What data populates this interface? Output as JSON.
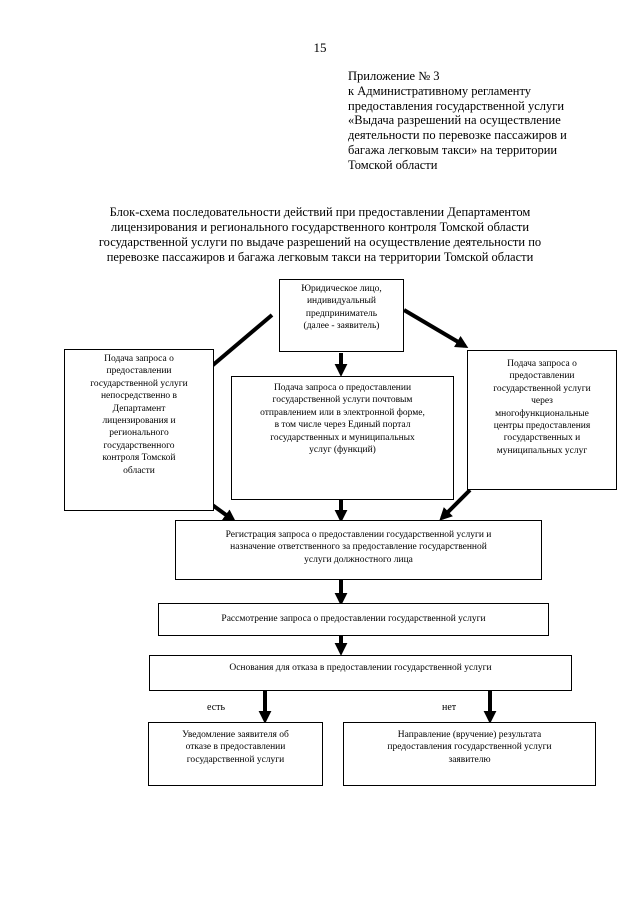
{
  "page_number": "15",
  "appendix": {
    "lines": [
      "Приложение  № 3",
      "к Административному регламенту",
      "предоставления государственной услуги",
      "«Выдача разрешений на осуществление",
      "деятельности по перевозке пассажиров и",
      "багажа легковым такси» на территории",
      "Томской области"
    ]
  },
  "title": {
    "lines": [
      "Блок-схема последовательности действий при предоставлении Департаментом",
      "лицензирования и регионального государственного контроля Томской области",
      "государственной услуги по выдаче разрешений  на осуществление деятельности по",
      "перевозке пассажиров и багажа легковым такси на территории Томской области"
    ]
  },
  "flowchart": {
    "applicant": {
      "lines": [
        "Юридическое лицо,",
        "индивидуальный",
        "предприниматель",
        "(далее - заявитель)"
      ]
    },
    "submit_direct": {
      "lines": [
        "Подача запроса о",
        "предоставлении",
        "государственной услуги",
        "непосредственно в",
        "Департамент",
        "лицензирования и",
        "регионального",
        "государственного",
        "контроля  Томской",
        "области"
      ]
    },
    "submit_mail": {
      "lines": [
        "Подача запроса о предоставлении",
        "государственной услуги почтовым",
        "отправлением или в электронной форме,",
        "в том числе через Единый портал",
        "государственных и муниципальных",
        "услуг (функций)"
      ]
    },
    "submit_mfc": {
      "lines": [
        "Подача запроса о",
        "предоставлении",
        "государственной услуги",
        "через",
        "многофункциональные",
        "центры предоставления",
        "государственных и",
        "муниципальных услуг"
      ]
    },
    "registration": {
      "lines": [
        "Регистрация запроса о предоставлении государственной услуги и",
        "назначение ответственного за предоставление государственной",
        "услуги должностного лица"
      ]
    },
    "review": {
      "lines": [
        "Рассмотрение запроса о предоставлении государственной услуги"
      ]
    },
    "refusal_grounds": {
      "lines": [
        "Основания для отказа в предоставлении государственной услуги"
      ]
    },
    "branch_yes": "есть",
    "branch_no": "нет",
    "notify_refusal": {
      "lines": [
        "Уведомление заявителя об",
        "отказе в предоставлении",
        "государственной услуги"
      ]
    },
    "send_result": {
      "lines": [
        "Направление (вручение) результата",
        "предоставления государственной услуги",
        "заявителю"
      ]
    }
  },
  "colors": {
    "line": "#000000",
    "background": "#ffffff"
  }
}
